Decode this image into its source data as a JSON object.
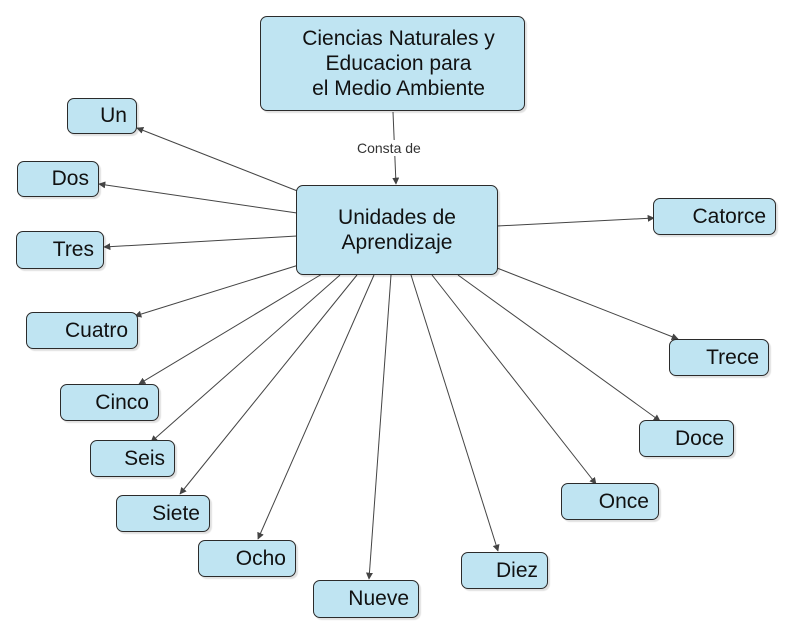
{
  "nodes": {
    "root": "Ciencias Naturales y\nEducacion para\nel Medio Ambiente",
    "hub": "Unidades de\nAprendizaje",
    "un": "Un",
    "dos": "Dos",
    "tres": "Tres",
    "cuatro": "Cuatro",
    "cinco": "Cinco",
    "seis": "Seis",
    "siete": "Siete",
    "ocho": "Ocho",
    "nueve": "Nueve",
    "diez": "Diez",
    "once": "Once",
    "doce": "Doce",
    "trece": "Trece",
    "catorce": "Catorce"
  },
  "link_label": "Consta de",
  "colors": {
    "node_fill": "#bfe4f2",
    "node_border": "#2b2b2b",
    "edge": "#444444"
  }
}
